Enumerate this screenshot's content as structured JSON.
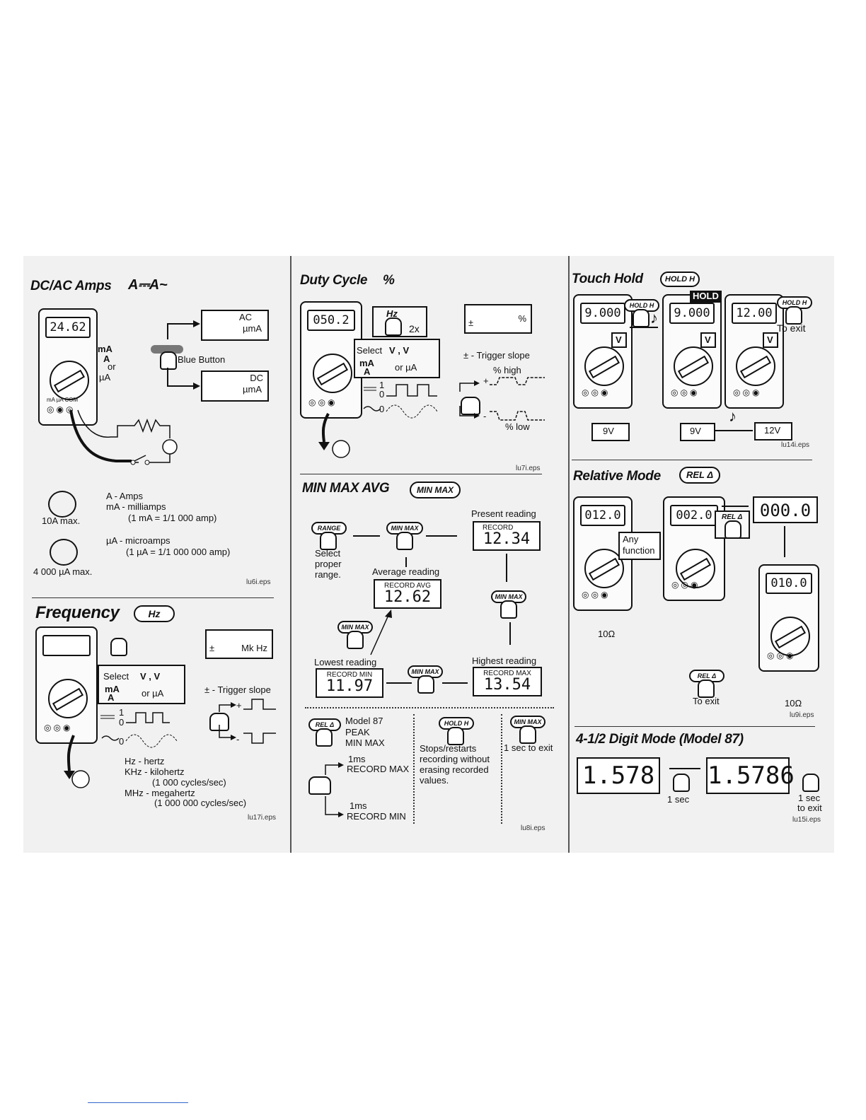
{
  "panel1": {
    "title": "DC/AC Amps",
    "title_symbol": "A⎓A~",
    "meter_display": "24.62",
    "ac_label": "AC",
    "ac_unit": "µmA",
    "dc_label": "DC",
    "dc_unit": "µmA",
    "blue_button": "Blue Button",
    "dial_ma": "mA",
    "dial_a": "A",
    "dial_or": "or",
    "dial_ua": "µA",
    "jacks": "mA µA COM",
    "amps": "A - Amps",
    "milliamps": "mA - milliamps",
    "milliamp_def": "(1 mA = 1/1 000 amp)",
    "ten_a_max": "10A max.",
    "microamps": "µA - microamps",
    "microamp_def": "(1 µA = 1/1 000 000 amp)",
    "ua_max": "4 000 µA max.",
    "file": "lu6i.eps"
  },
  "panel2": {
    "title": "Frequency",
    "badge": "Hz",
    "display_left": "±",
    "display_right": "Mk Hz",
    "select": "Select",
    "select_v": "V , V",
    "ma_a": "mA",
    "a_sym": "A",
    "or_ua": "or µA",
    "trigger": "± - Trigger slope",
    "one": "1",
    "zero": "0",
    "zero2": "0",
    "plus": "+",
    "minus": "-",
    "hz": "Hz - hertz",
    "khz": "KHz - kilohertz",
    "khz_def": "(1 000 cycles/sec)",
    "mhz": "MHz - megahertz",
    "mhz_def": "(1 000 000 cycles/sec)",
    "file": "lu17i.eps"
  },
  "panel3": {
    "title": "Duty Cycle",
    "title_symbol": "%",
    "meter_display": "050.2",
    "hz_button": "Hz",
    "times": "2x",
    "display_left": "±",
    "display_right": "%",
    "select": "Select",
    "select_v": "V , V",
    "ma_a": "mA",
    "a_sym": "A",
    "or_ua": "or µA",
    "one": "1",
    "zero": "0",
    "zero2": "0",
    "trigger": "± - Trigger slope",
    "high": "% high",
    "low": "% low",
    "plus": "+",
    "minus": "-",
    "file": "lu7i.eps"
  },
  "panel4": {
    "title": "MIN MAX AVG",
    "badge": "MIN MAX",
    "range_btn": "RANGE",
    "minmax_btn": "MIN MAX",
    "select_range": "Select\nproper\nrange.",
    "present": "Present reading",
    "present_lab": "RECORD",
    "present_val": "12.34",
    "average": "Average reading",
    "avg_lab": "RECORD     AVG",
    "avg_val": "12.62",
    "lowest": "Lowest reading",
    "low_lab": "RECORD  MIN",
    "low_val": "11.97",
    "highest": "Highest reading",
    "high_lab": "RECORD  MAX",
    "high_val": "13.54",
    "rel_btn": "REL Δ",
    "model": "Model 87",
    "peak": "PEAK",
    "peak_minmax": "MIN MAX",
    "ms1": "1ms",
    "record_max": "RECORD MAX",
    "ms2": "1ms",
    "record_min": "RECORD MIN",
    "hold_btn": "HOLD H",
    "stops": "Stops/restarts",
    "stops2": "recording without",
    "stops3": "erasing recorded",
    "stops4": "values.",
    "exit_btn": "MIN MAX",
    "one_sec": "1 sec to exit",
    "file": "lu8i.eps"
  },
  "panel5": {
    "title": "Touch Hold",
    "badge": "HOLD H",
    "d1": "9.000",
    "d2": "9.000",
    "d3": "12.00",
    "hold_btn": "HOLD H",
    "hold_flag": "HOLD",
    "hold_btn2": "HOLD H",
    "to_exit": "To exit",
    "v": "V",
    "v9a": "9V",
    "v9b": "9V",
    "v12": "12V",
    "file": "lu14i.eps"
  },
  "panel6": {
    "title": "Relative Mode",
    "badge": "REL Δ",
    "d1": "012.0",
    "d2": "002.0",
    "big": "000.0",
    "d4": "010.0",
    "rel_btn": "REL Δ",
    "any": "Any",
    "function": "function",
    "ohm1": "10Ω",
    "ohm2": "10Ω",
    "rel_exit": "REL Δ",
    "to_exit": "To exit",
    "file": "lu9i.eps"
  },
  "panel7": {
    "title": "4-1/2 Digit Mode (Model 87)",
    "d1": "1.578",
    "d2": "1.5786",
    "one_sec": "1 sec",
    "one_sec_exit": "1 sec",
    "to_exit": "to exit",
    "file": "lu15i.eps"
  }
}
